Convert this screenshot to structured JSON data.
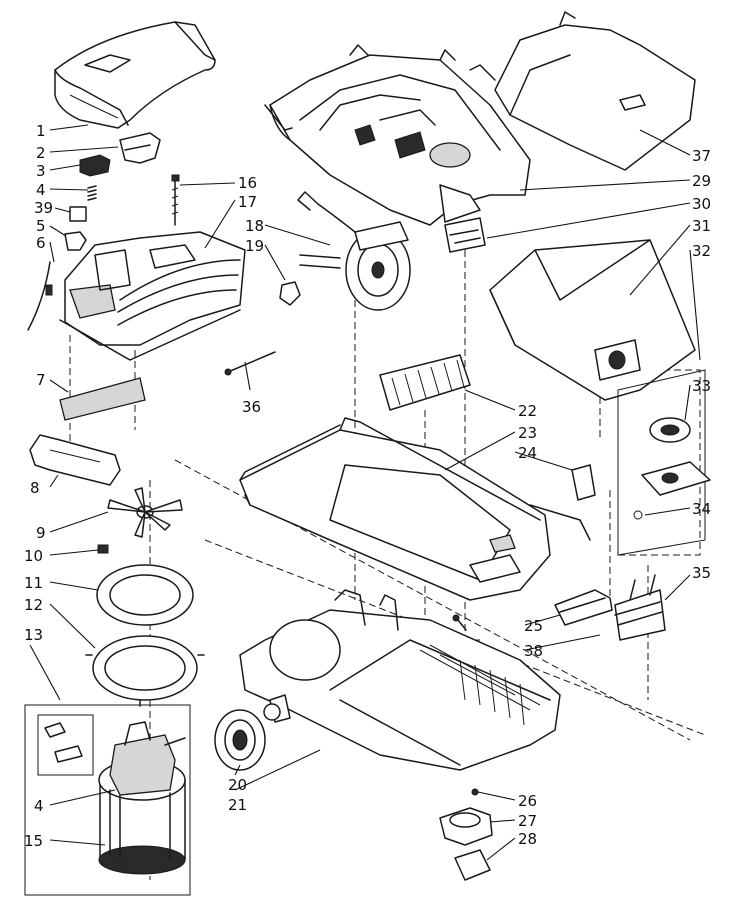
{
  "callouts": {
    "c1": "1",
    "c2": "2",
    "c3": "3",
    "c4": "4",
    "c5": "5",
    "c6": "6",
    "c7": "7",
    "c8": "8",
    "c9": "9",
    "c10": "10",
    "c11": "11",
    "c12": "12",
    "c13": "13",
    "c14": "4",
    "c15": "15",
    "c16": "16",
    "c17": "17",
    "c18": "18",
    "c19": "19",
    "c20": "20",
    "c21": "21",
    "c22": "22",
    "c23": "23",
    "c24": "24",
    "c25": "25",
    "c26": "26",
    "c27": "27",
    "c28": "28",
    "c29": "29",
    "c30": "30",
    "c31": "31",
    "c32": "32",
    "c33": "33",
    "c34": "34",
    "c35": "35",
    "c36": "36",
    "c37": "37",
    "c38": "38",
    "c39": "39"
  }
}
